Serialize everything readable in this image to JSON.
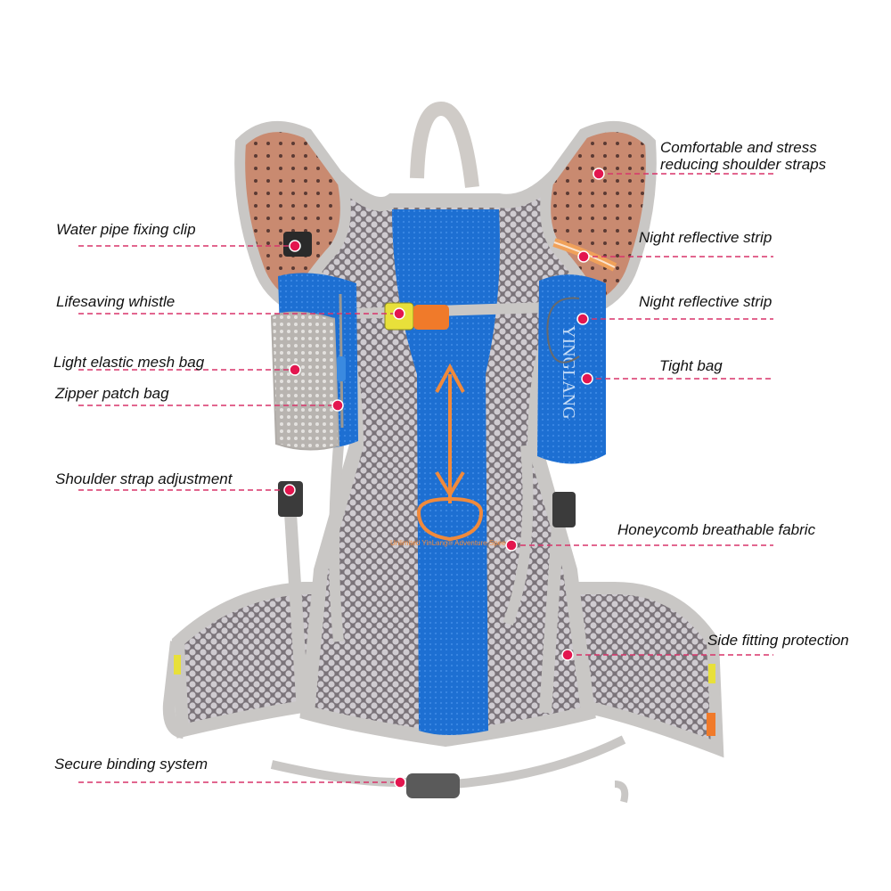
{
  "callouts": {
    "shoulder_straps": {
      "line1": "Comfortable and stress",
      "line2": "reducing shoulder straps"
    },
    "night_strip_1": "Night reflective strip",
    "night_strip_2": "Night reflective strip",
    "tight_bag": "Tight bag",
    "honeycomb": "Honeycomb breathable fabric",
    "side_protection": "Side fitting protection",
    "water_clip": "Water pipe fixing clip",
    "whistle": "Lifesaving whistle",
    "mesh_bag": "Light elastic mesh bag",
    "zipper_bag": "Zipper patch bag",
    "strap_adjust": "Shoulder strap adjustment",
    "binding": "Secure binding system"
  },
  "product": {
    "brand_print": "YINGLANG",
    "back_print": "Unlimited YinLang® Adventure Speed"
  },
  "colors": {
    "callout_line": "#d8346a",
    "callout_dot": "#e3164f",
    "panel_blue": "#1e6fd0",
    "strap_grey": "#c9c7c5",
    "mesh_grey": "#6f6870",
    "shoulder_orange": "#c8856a",
    "accent_orange": "#f07a2a",
    "buckle_yellow": "#e8e03a"
  }
}
